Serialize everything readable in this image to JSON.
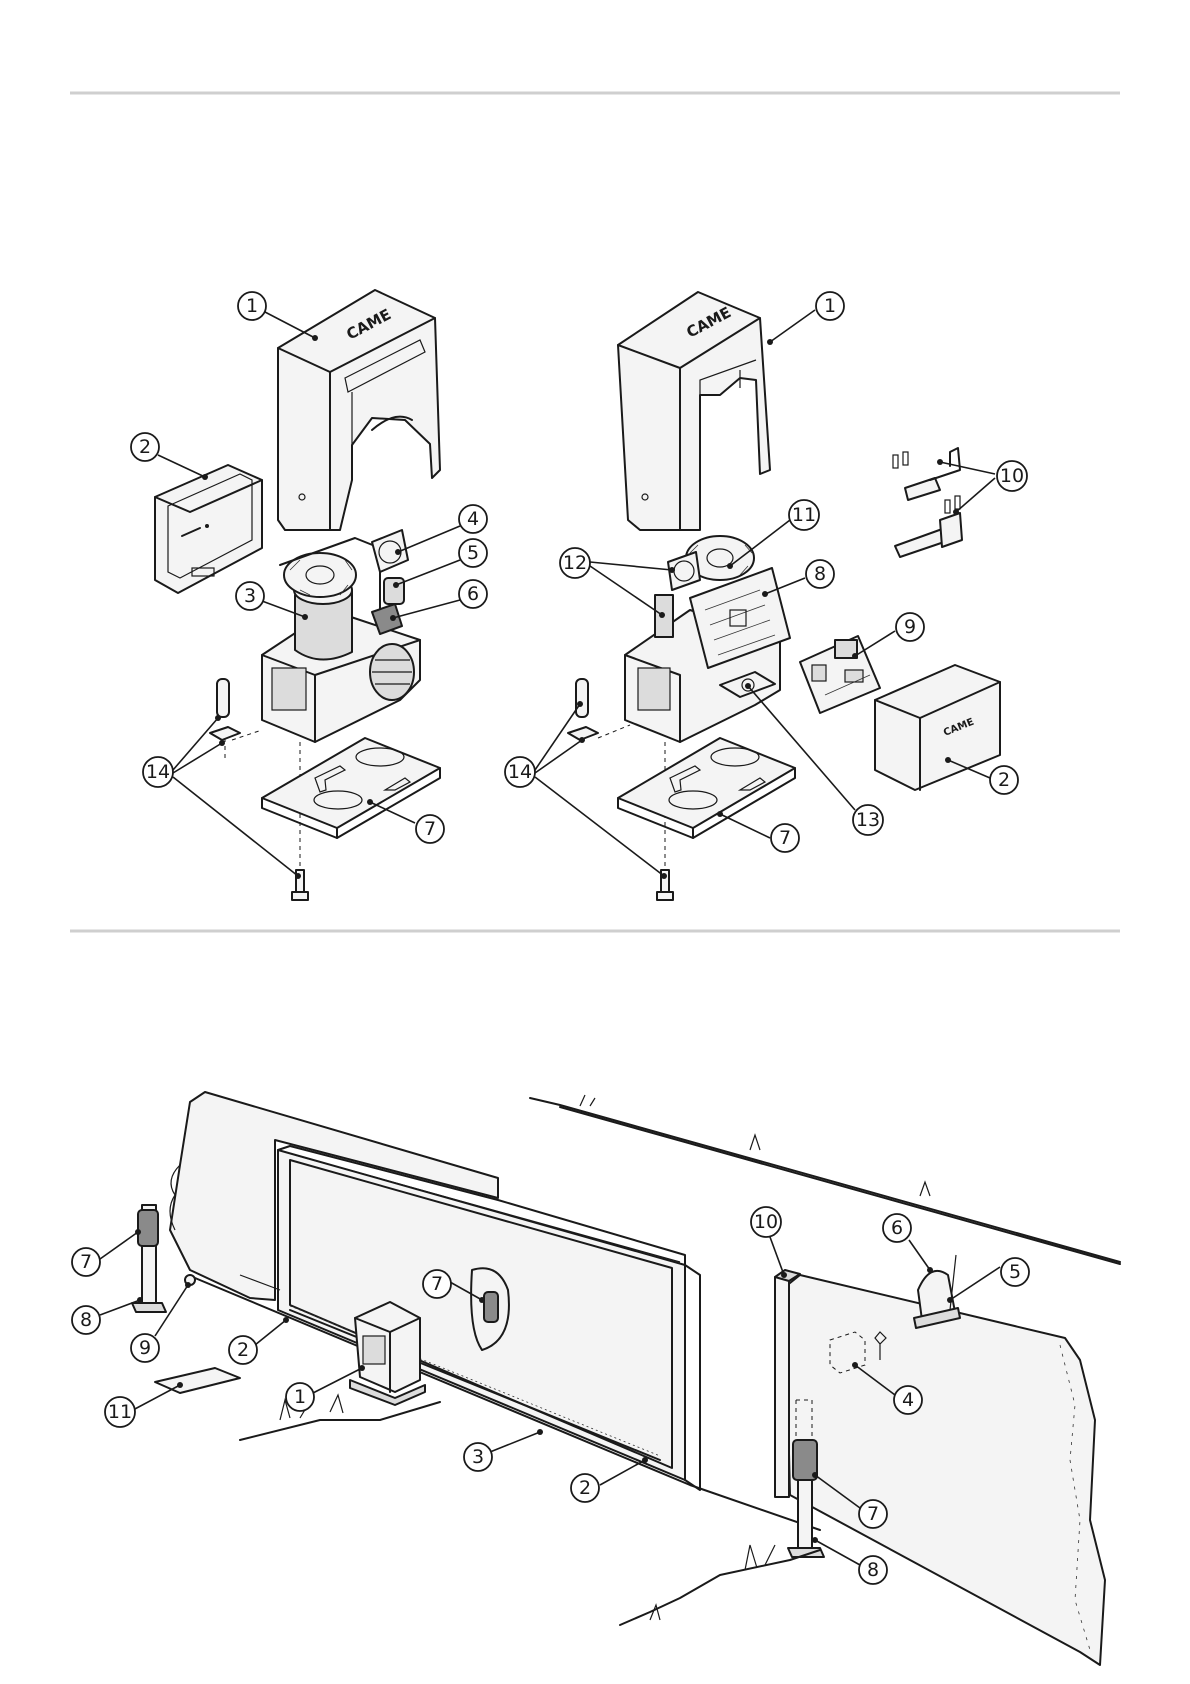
{
  "top_figure": {
    "left_unit": {
      "callouts": [
        "1",
        "2",
        "3",
        "4",
        "5",
        "6",
        "7",
        "14"
      ],
      "cover_logo": "CAME"
    },
    "right_unit": {
      "callouts": [
        "1",
        "2",
        "7",
        "8",
        "9",
        "10",
        "11",
        "12",
        "13",
        "14"
      ],
      "cover_logo": "CAME",
      "small_cover_logo": "CAME"
    }
  },
  "bottom_figure": {
    "callouts": [
      "1",
      "2",
      "2",
      "3",
      "4",
      "5",
      "6",
      "7",
      "7",
      "7",
      "8",
      "8",
      "9",
      "10",
      "11"
    ]
  }
}
